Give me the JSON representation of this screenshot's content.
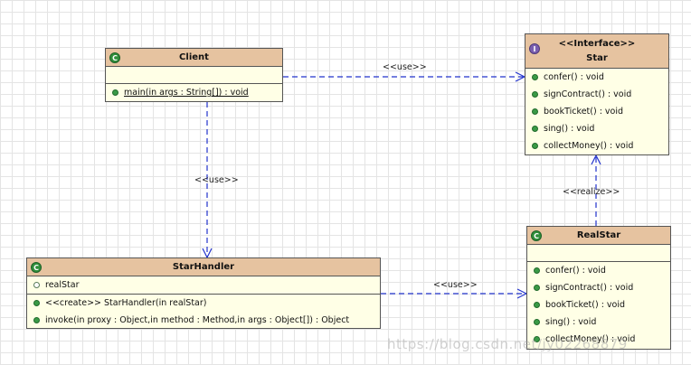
{
  "client": {
    "name": "Client",
    "methods": [
      {
        "text": "main(in args : String[]) : void"
      }
    ]
  },
  "star": {
    "stereotype": "<<Interface>>",
    "name": "Star",
    "methods": [
      {
        "text": "confer() : void"
      },
      {
        "text": "signContract() : void"
      },
      {
        "text": "bookTicket() : void"
      },
      {
        "text": "sing() : void"
      },
      {
        "text": "collectMoney() : void"
      }
    ]
  },
  "starhandler": {
    "name": "StarHandler",
    "attributes": [
      {
        "text": "realStar"
      }
    ],
    "methods": [
      {
        "text": "<<create>> StarHandler(in realStar)"
      },
      {
        "text": "invoke(in proxy : Object,in method : Method,in args : Object[]) : Object"
      }
    ]
  },
  "realstar": {
    "name": "RealStar",
    "methods": [
      {
        "text": "confer() : void"
      },
      {
        "text": "signContract() : void"
      },
      {
        "text": "bookTicket() : void"
      },
      {
        "text": "sing() : void"
      },
      {
        "text": "collectMoney() : void"
      }
    ]
  },
  "relations": {
    "client_star": "<<use>>",
    "client_handler": "<<use>>",
    "handler_realstar": "<<use>>",
    "realstar_star": "<<realize>>"
  },
  "watermark": "https://blog.csdn.net/jy02268879",
  "icons": {
    "class": "class-icon",
    "interface": "interface-icon"
  },
  "colors": {
    "header": "#e6c3a0",
    "body": "#ffffe6",
    "arrow": "#2233cc",
    "method_dot": "#3a9a46"
  }
}
